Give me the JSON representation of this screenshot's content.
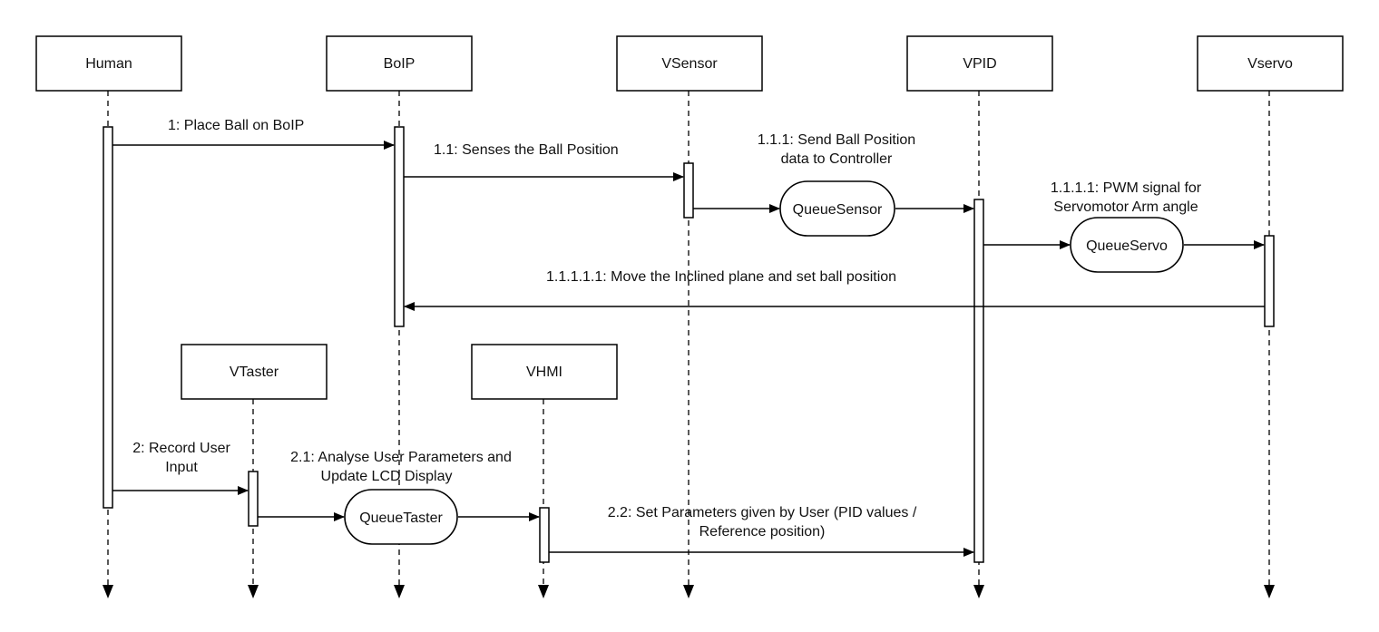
{
  "participants": {
    "human": "Human",
    "boip": "BoIP",
    "vsensor": "VSensor",
    "vpid": "VPID",
    "vservo": "Vservo",
    "vtaster": "VTaster",
    "vhmi": "VHMI"
  },
  "queues": {
    "sensor": "QueueSensor",
    "servo": "QueueServo",
    "taster": "QueueTaster"
  },
  "messages": {
    "m1": "1: Place Ball on BoIP",
    "m1_1": "1.1: Senses the Ball Position",
    "m1_1_1_line1": "1.1.1: Send Ball Position",
    "m1_1_1_line2": "data to Controller",
    "m1_1_1_1_line1": "1.1.1.1: PWM signal for",
    "m1_1_1_1_line2": "Servomotor Arm angle",
    "m1_1_1_1_1": "1.1.1.1.1: Move the Inclined plane and set ball position",
    "m2_line1": "2: Record User",
    "m2_line2": "Input",
    "m2_1_line1": "2.1: Analyse User Parameters and",
    "m2_1_line2": "Update LCD Display",
    "m2_2_line1": "2.2: Set Parameters given by User (PID values /",
    "m2_2_line2": "Reference position)"
  }
}
